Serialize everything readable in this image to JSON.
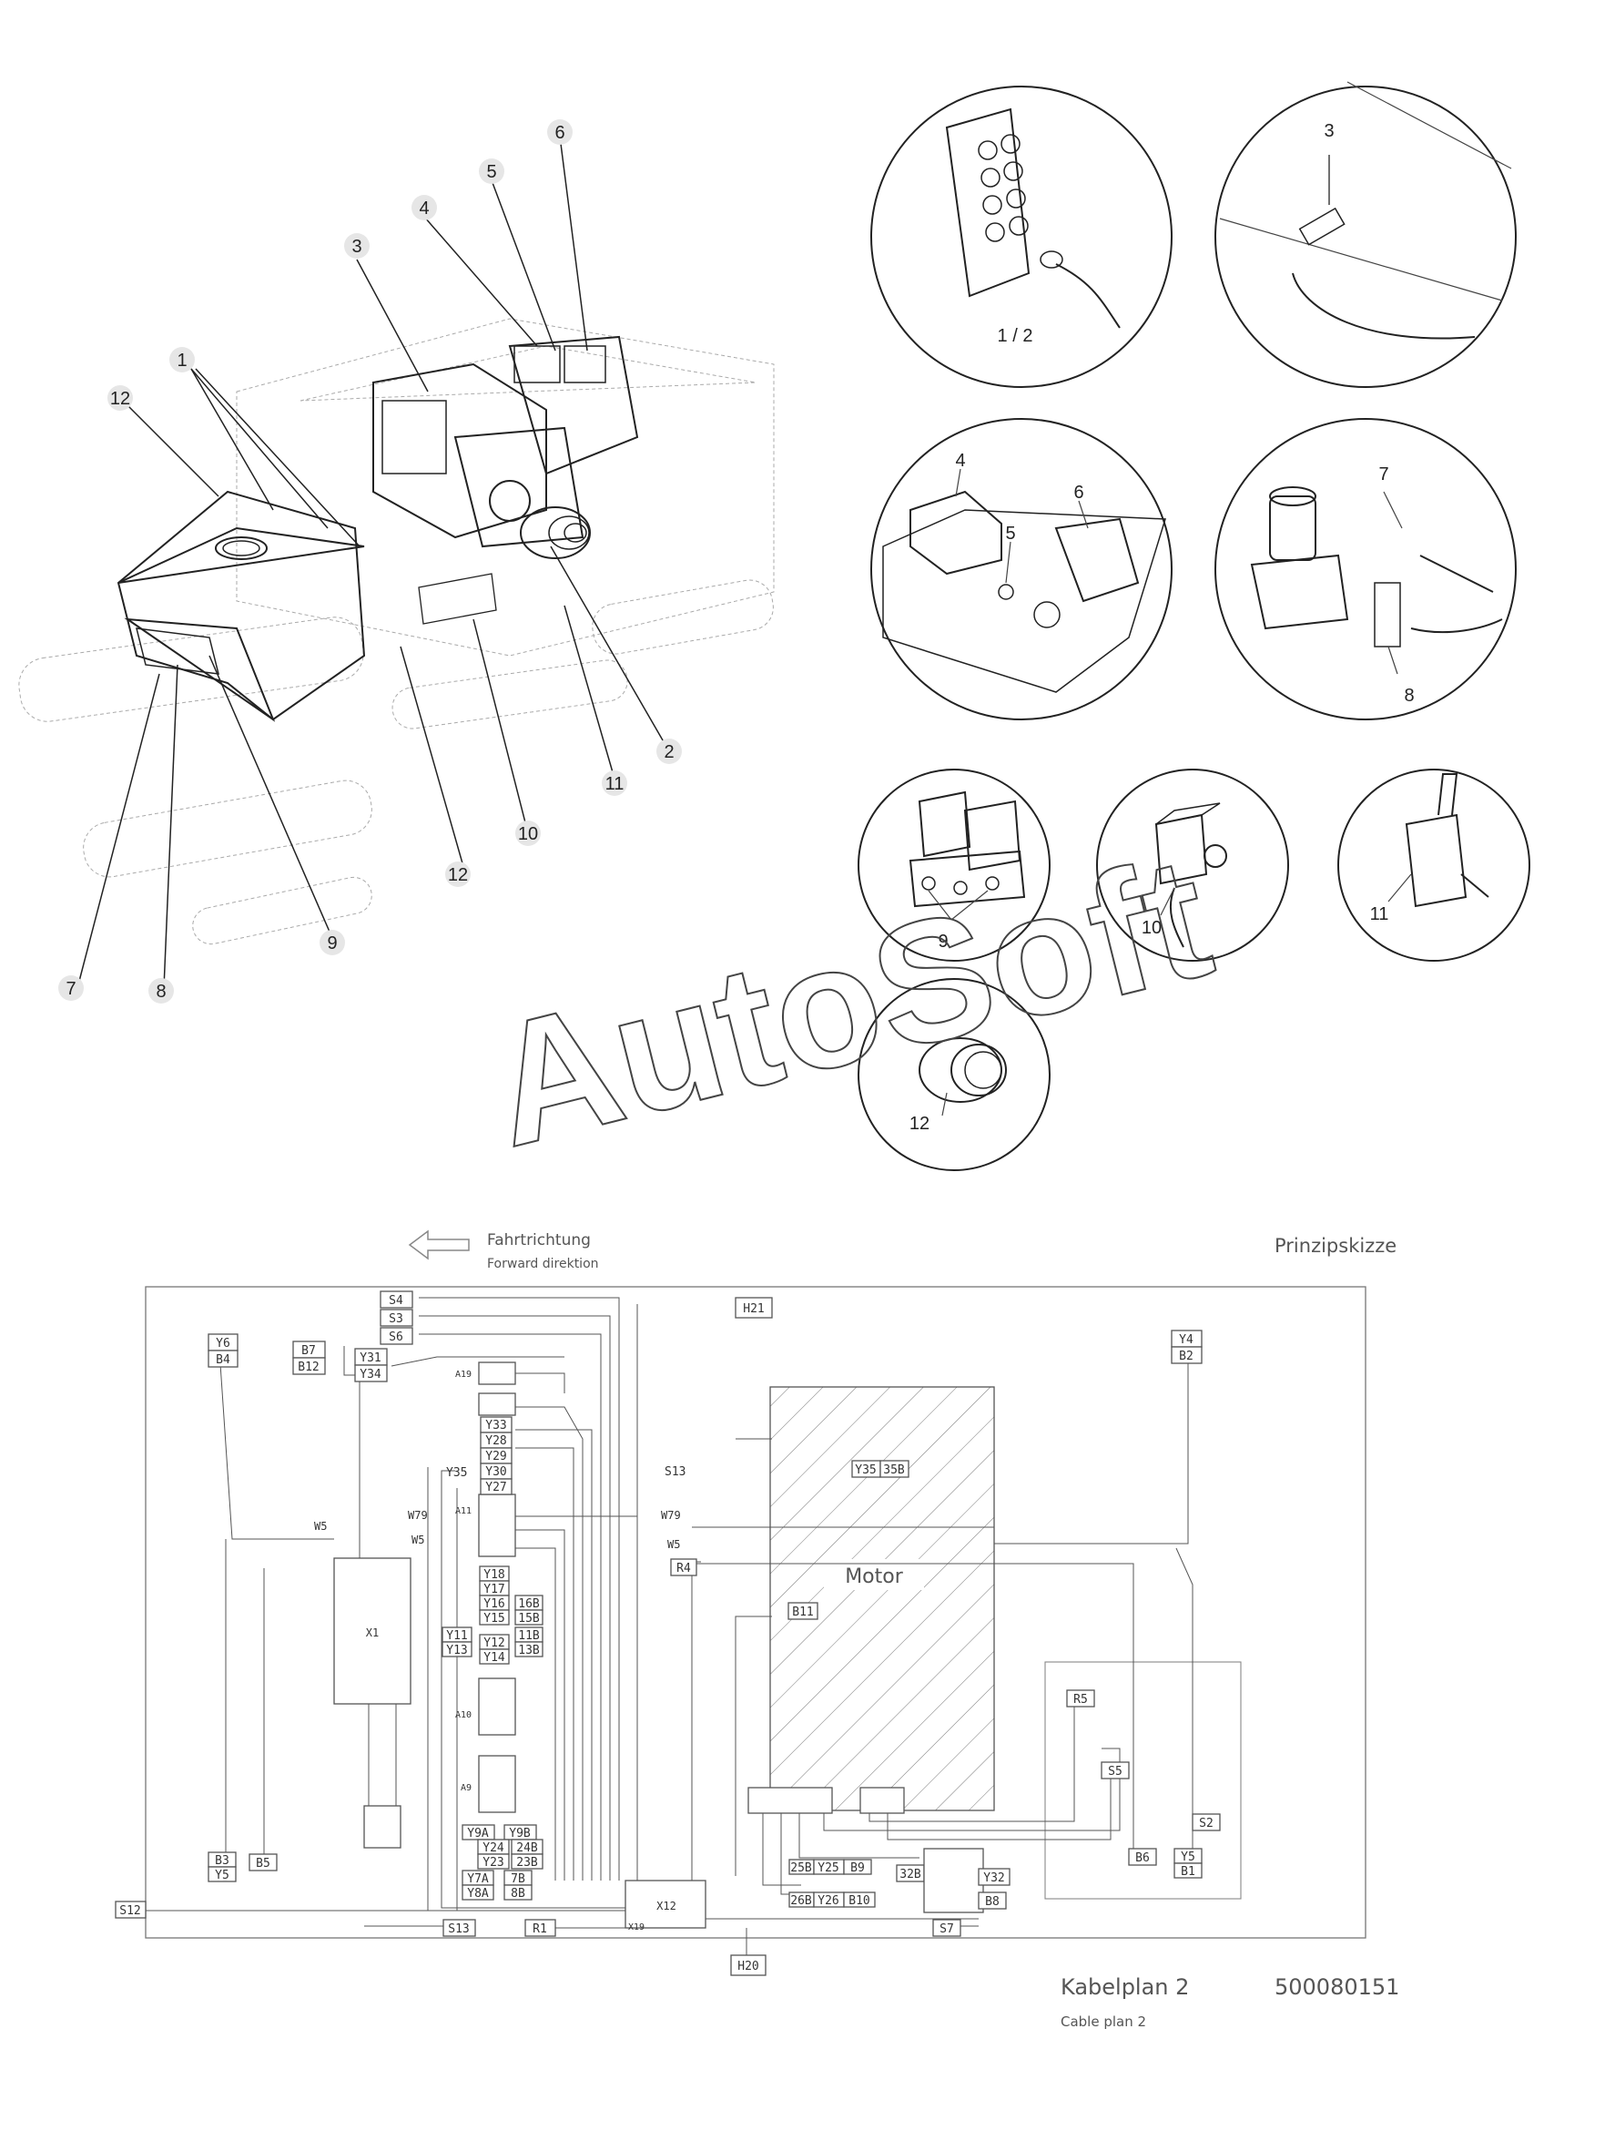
{
  "watermark": "AutoSoft",
  "callouts_main": [
    "1",
    "2",
    "3",
    "4",
    "5",
    "6",
    "7",
    "8",
    "9",
    "10",
    "11",
    "12",
    "12"
  ],
  "details": {
    "d1": "1 / 2",
    "d2": "3",
    "d3": [
      "4",
      "5",
      "6"
    ],
    "d4": [
      "7",
      "8"
    ],
    "d5": "9",
    "d6": "10",
    "d7": "11",
    "d8": "12"
  },
  "schematic": {
    "direction_de": "Fahrtrichtung",
    "direction_en": "Forward direktion",
    "title_right": "Prinzipskizze",
    "motor": "Motor",
    "footer_de": "Kabelplan 2",
    "footer_en": "Cable plan 2",
    "doc_no": "500080151",
    "components": {
      "s4": "S4",
      "s3": "S3",
      "s6": "S6",
      "h21": "H21",
      "y6b4": [
        "Y6",
        "B4"
      ],
      "b7b12": [
        "B7",
        "B12"
      ],
      "y31y34": [
        "Y31",
        "Y34"
      ],
      "y4b2": [
        "Y4",
        "B2"
      ],
      "y35": "Y35",
      "s13a": "S13",
      "y3535b": [
        "Y35",
        "35B"
      ],
      "w79": "W79",
      "w5": "W5",
      "r4": "R4",
      "b11": "B11",
      "x1": "X1",
      "y18": "Y18",
      "y17": "Y17",
      "y16": "Y16",
      "y15": "Y15",
      "16b": "16B",
      "15b": "15B",
      "y11": "Y11",
      "y13": "Y13",
      "y12": "Y12",
      "y14": "Y14",
      "11b": "11B",
      "13b": "13B",
      "y33": "Y33",
      "y28": "Y28",
      "y29": "Y29",
      "y30": "Y30",
      "y27": "Y27",
      "y9a": "Y9A",
      "y9b": "Y9B",
      "y24": "Y24",
      "24b": "24B",
      "y23": "Y23",
      "23b": "23B",
      "y7a": "Y7A",
      "7b": "7B",
      "y8a": "Y8A",
      "8b": "8B",
      "b3y5": [
        "B3",
        "Y5"
      ],
      "b5": "B5",
      "s12": "S12",
      "s13b": "S13",
      "r1": "R1",
      "x12": "X12",
      "x19": "X19",
      "h20": "H20",
      "25b": "25B",
      "y25": "Y25",
      "b9": "B9",
      "26b": "26B",
      "y26": "Y26",
      "b10": "B10",
      "32b": "32B",
      "y32": "Y32",
      "b8": "B8",
      "s7": "S7",
      "r5": "R5",
      "s5": "S5",
      "b6": "B6",
      "y5b1": [
        "Y5",
        "B1"
      ],
      "s2": "S2",
      "a19": "A19",
      "a11": "A11",
      "a10": "A10",
      "a9": "A9"
    }
  }
}
